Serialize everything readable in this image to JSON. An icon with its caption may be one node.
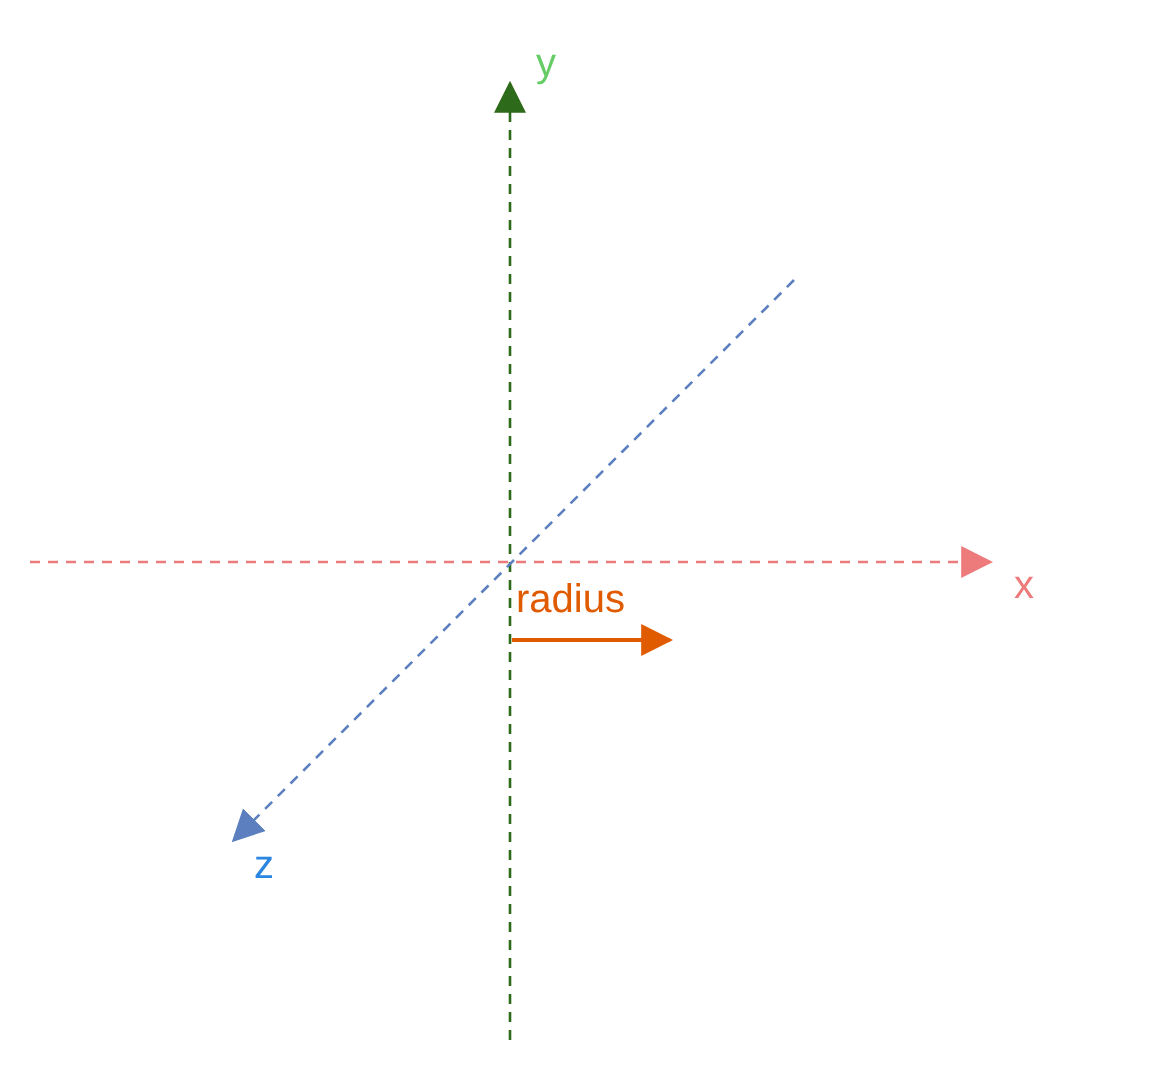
{
  "diagram": {
    "labels": [
      "y",
      "radius",
      "x",
      "z"
    ]
  }
}
